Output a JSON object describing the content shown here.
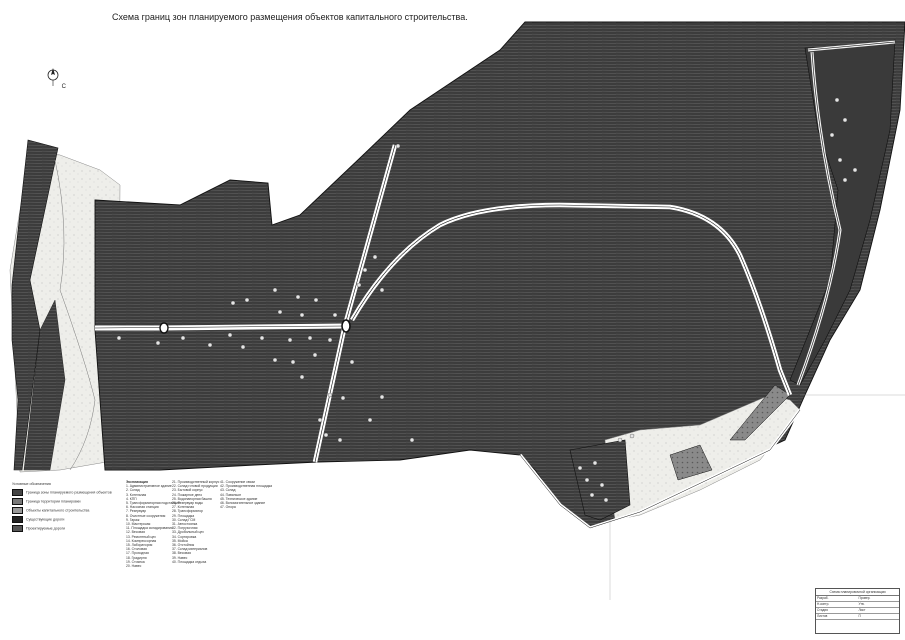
{
  "title": "Схема границ зон планируемого размещения объектов капитального строительства.",
  "compass": {
    "label": "С",
    "icon": "north-arrow-icon"
  },
  "colors": {
    "zone_fill": "#3c3c3c",
    "zone_hatch": "#5a5a5a",
    "road": "#ffffff",
    "forest": "#e9e9e4",
    "outline": "#111111"
  },
  "legend": {
    "header": "Условные обозначения",
    "items": [
      {
        "label": "Граница зоны планируемого размещения объектов"
      },
      {
        "label": "Граница территории планировки"
      },
      {
        "label": "Объекты капитального строительства"
      },
      {
        "label": "Существующие дороги"
      },
      {
        "label": "Проектируемые дороги"
      }
    ]
  },
  "objects_list_1": {
    "header": "Экспликация",
    "items": [
      "1. Административное здание",
      "2. Склад",
      "3. Котельная",
      "4. КПП",
      "5. Трансформаторная подстанция",
      "6. Насосная станция",
      "7. Резервуар",
      "8. Очистные сооружения",
      "9. Гараж",
      "10. Мастерская",
      "11. Площадка складирования",
      "12. Весовая",
      "13. Ремонтный цех",
      "14. Компрессорная",
      "15. Лаборатория",
      "16. Столовая",
      "17. Проходная",
      "18. Градирня",
      "19. Стоянка",
      "20. Навес"
    ]
  },
  "objects_list_2": {
    "items": [
      "21. Производственный корпус",
      "22. Склад готовой продукции",
      "23. Бытовой корпус",
      "24. Пожарное депо",
      "25. Водонапорная башня",
      "26. Резервуар воды",
      "27. Котельная",
      "28. Трансформатор",
      "29. Площадка",
      "30. Склад ГСМ",
      "31. Автостоянка",
      "32. Погрузочная",
      "33. Дробильный цех",
      "34. Сортировка",
      "35. Мойка",
      "36. Отстойник",
      "37. Склад материалов",
      "38. Весовая",
      "39. Навес",
      "40. Площадка отдыха"
    ]
  },
  "objects_list_3": {
    "items": [
      "41. Сооружение связи",
      "42. Производственная площадка",
      "43. Склад",
      "44. Павильон",
      "45. Техническое здание",
      "46. Вспомогательное здание",
      "47. Опора"
    ]
  },
  "stamp": {
    "header": "Схема планировочной организации",
    "rows": [
      "Разраб.",
      "Провер.",
      "Н.контр.",
      "Утв.",
      "Стадия",
      "Лист",
      "Листов",
      "П"
    ]
  }
}
